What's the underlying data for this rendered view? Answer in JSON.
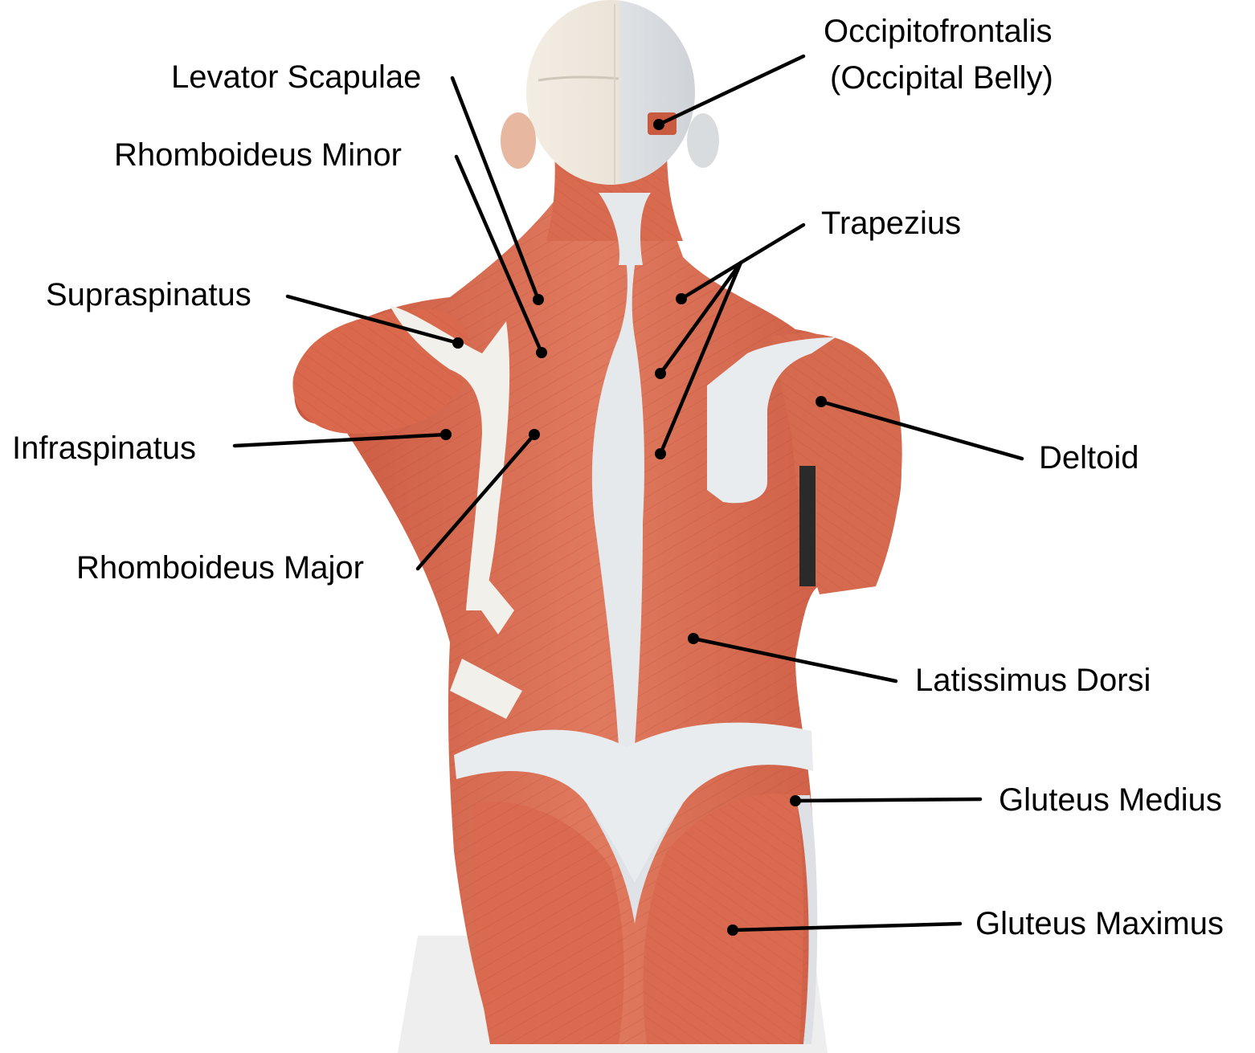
{
  "colors": {
    "muscle": "#d8684e",
    "muscle_dark": "#b94a34",
    "muscle_light": "#e98a6d",
    "tendon": "#e9ecef",
    "tendon_shadow": "#c9ced3",
    "skull": "#ece6dc",
    "base": "#f1f1f1",
    "line": "#000000"
  },
  "labels": {
    "occipitofrontalis_1": "Occipitofrontalis",
    "occipitofrontalis_2": "(Occipital Belly)",
    "levator_scapulae": "Levator Scapulae",
    "rhomboideus_minor": "Rhomboideus Minor",
    "trapezius": "Trapezius",
    "supraspinatus": "Supraspinatus",
    "infraspinatus": "Infraspinatus",
    "deltoid": "Deltoid",
    "rhomboideus_major": "Rhomboideus Major",
    "latissimus_dorsi": "Latissimus Dorsi",
    "gluteus_medius": "Gluteus Medius",
    "gluteus_maximus": "Gluteus Maximus"
  }
}
